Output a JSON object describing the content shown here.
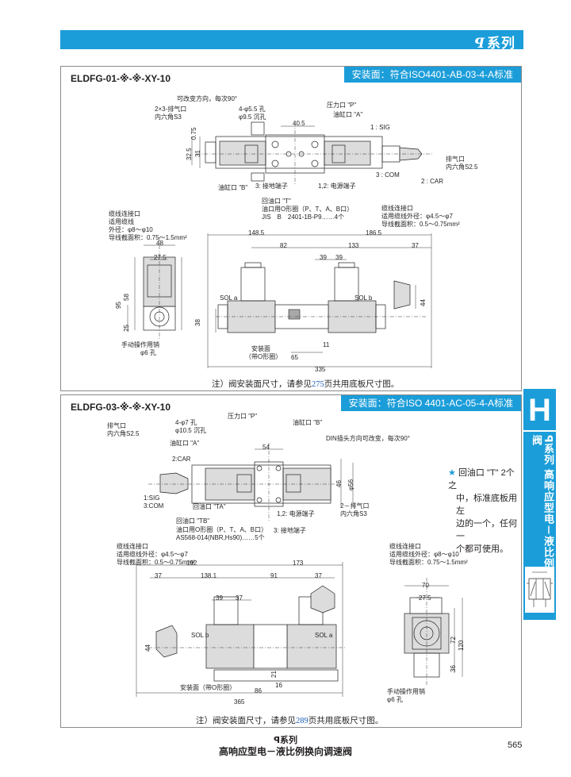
{
  "header": {
    "logo": "ꟼ",
    "series": "系列"
  },
  "panel1": {
    "title": "ELDFG-01-※-※-XY-10",
    "mount": "安装面：符合ISO4401-AB-03-4-A标准",
    "labels": {
      "rotate": "可改变方向，每次90°",
      "bleed": "2×3-排气口",
      "hex": "内六角S3",
      "holes": "4-φ5.5 孔",
      "counter": "φ9.5 沉孔",
      "pport": "压力口 \"P\"",
      "aport": "油缸口 \"A\"",
      "bport": "油缸口 \"B\"",
      "tport": "回油口 \"T\"",
      "sig": "1 : SIG",
      "com": "3 : COM",
      "car": "2 : CAR",
      "exhaust": "排气口",
      "hex2": "内六角S2.5",
      "ground": "3: 接地端子",
      "power": "1,2: 电源端子",
      "oring1": "油口用O形圈（P、T、A、B口）",
      "oring2": "JIS　B　2401-1B-P9……4个",
      "cable_l_title": "缆线连接口",
      "cable_l_1": "适用缆线",
      "cable_l_2": "外径：φ8～φ10",
      "cable_l_3": "导线截面积：0.75～1.5mm²",
      "cable_r_title": "缆线连接口",
      "cable_r_1": "适用缆线外径：φ4.5～φ7",
      "cable_r_2": "导线截面积：0.5～0.75mm²",
      "sola": "SOL a",
      "solb": "SOL b",
      "manual": "手动操作用销",
      "manual2": "φ6 孔",
      "mountface": "安装面",
      "oring_face": "（带O形圈）"
    },
    "dims": {
      "d075": "0.75",
      "d31": "31",
      "d325": "32.5",
      "d405": "40.5",
      "d1485": "148.5",
      "d1865": "186.5",
      "d82": "82",
      "d133": "133",
      "d39a": "39",
      "d39b": "39",
      "d37": "37",
      "d48": "48",
      "d275": "27.5",
      "d95": "95",
      "d58": "58",
      "d25": "25",
      "d38": "38",
      "d44": "44",
      "d11": "11",
      "d65": "65",
      "d335": "335"
    },
    "note": "注）阀安装面尺寸，请参见",
    "note_page": "275",
    "note_end": "页共用底板尺寸图。"
  },
  "panel2": {
    "title": "ELDFG-03-※-※-XY-10",
    "mount": "安装面：符合ISO 4401-AC-05-4-A标准",
    "labels": {
      "exhaust": "排气口",
      "hex": "内六角S2.5",
      "holes": "4-φ7 孔",
      "counter": "φ10.5 沉孔",
      "pport": "压力口 \"P\"",
      "bport": "油缸口 \"B\"",
      "aport": "油缸口 \"A\"",
      "din": "DIN插头方向可改变，每次90°",
      "car": "2:CAR",
      "sig": "1:SIG",
      "com": "3:COM",
      "ta": "回油口 \"TA\"",
      "tb": "回油口 \"TB\"",
      "oring1": "油口用O形圈（P、T、A、B口）",
      "oring2": "AS568-014(NBR,Hs90)……5个",
      "bleed": "2－排气口",
      "hex2": "内六角S3",
      "power": "1,2: 电源端子",
      "ground": "3: 接地端子",
      "cable_l_title": "缆线连接口",
      "cable_l_1": "适用缆线外径：φ4.5～φ7",
      "cable_l_2": "导线截面积：0.5～0.75mm²",
      "cable_r_title": "缆线连接口",
      "cable_r_1": "适用缆线外径：φ8～φ10",
      "cable_r_2": "导线截面积：0.75～1.5mm²",
      "solb": "SOL b",
      "sola": "SOL a",
      "mountface": "安装面（带O形圈）",
      "manual": "手动操作用销",
      "manual2": "φ6 孔"
    },
    "dims": {
      "d54": "54",
      "d46": "46",
      "d56": "φ56",
      "d192": "192",
      "d173": "173",
      "d37a": "37",
      "d1381": "138.1",
      "d91": "91",
      "d37b": "37",
      "d39": "39",
      "d37c": "37",
      "d44": "44",
      "d21": "21",
      "d16": "16",
      "d86": "86",
      "d365": "365",
      "d70": "70",
      "d275": "27.5",
      "d72": "72",
      "d120": "120",
      "d36": "36"
    },
    "note": "注）阀安装面尺寸，请参见",
    "note_page": "289",
    "note_end": "页共用底板尺寸图。"
  },
  "star_note": {
    "star": "★",
    "lines": [
      "回油口 \"T\" 2个之",
      "中，标准底板用左",
      "边的一个，任何一",
      "个都可使用。"
    ]
  },
  "side": {
    "letter": "H",
    "text": "ꟼ系列 高响应型电－液比例换向调速阀"
  },
  "footer": {
    "series": "ꟼ系列",
    "title": "高响应型电－液比例换向调速阀",
    "page": "565"
  }
}
